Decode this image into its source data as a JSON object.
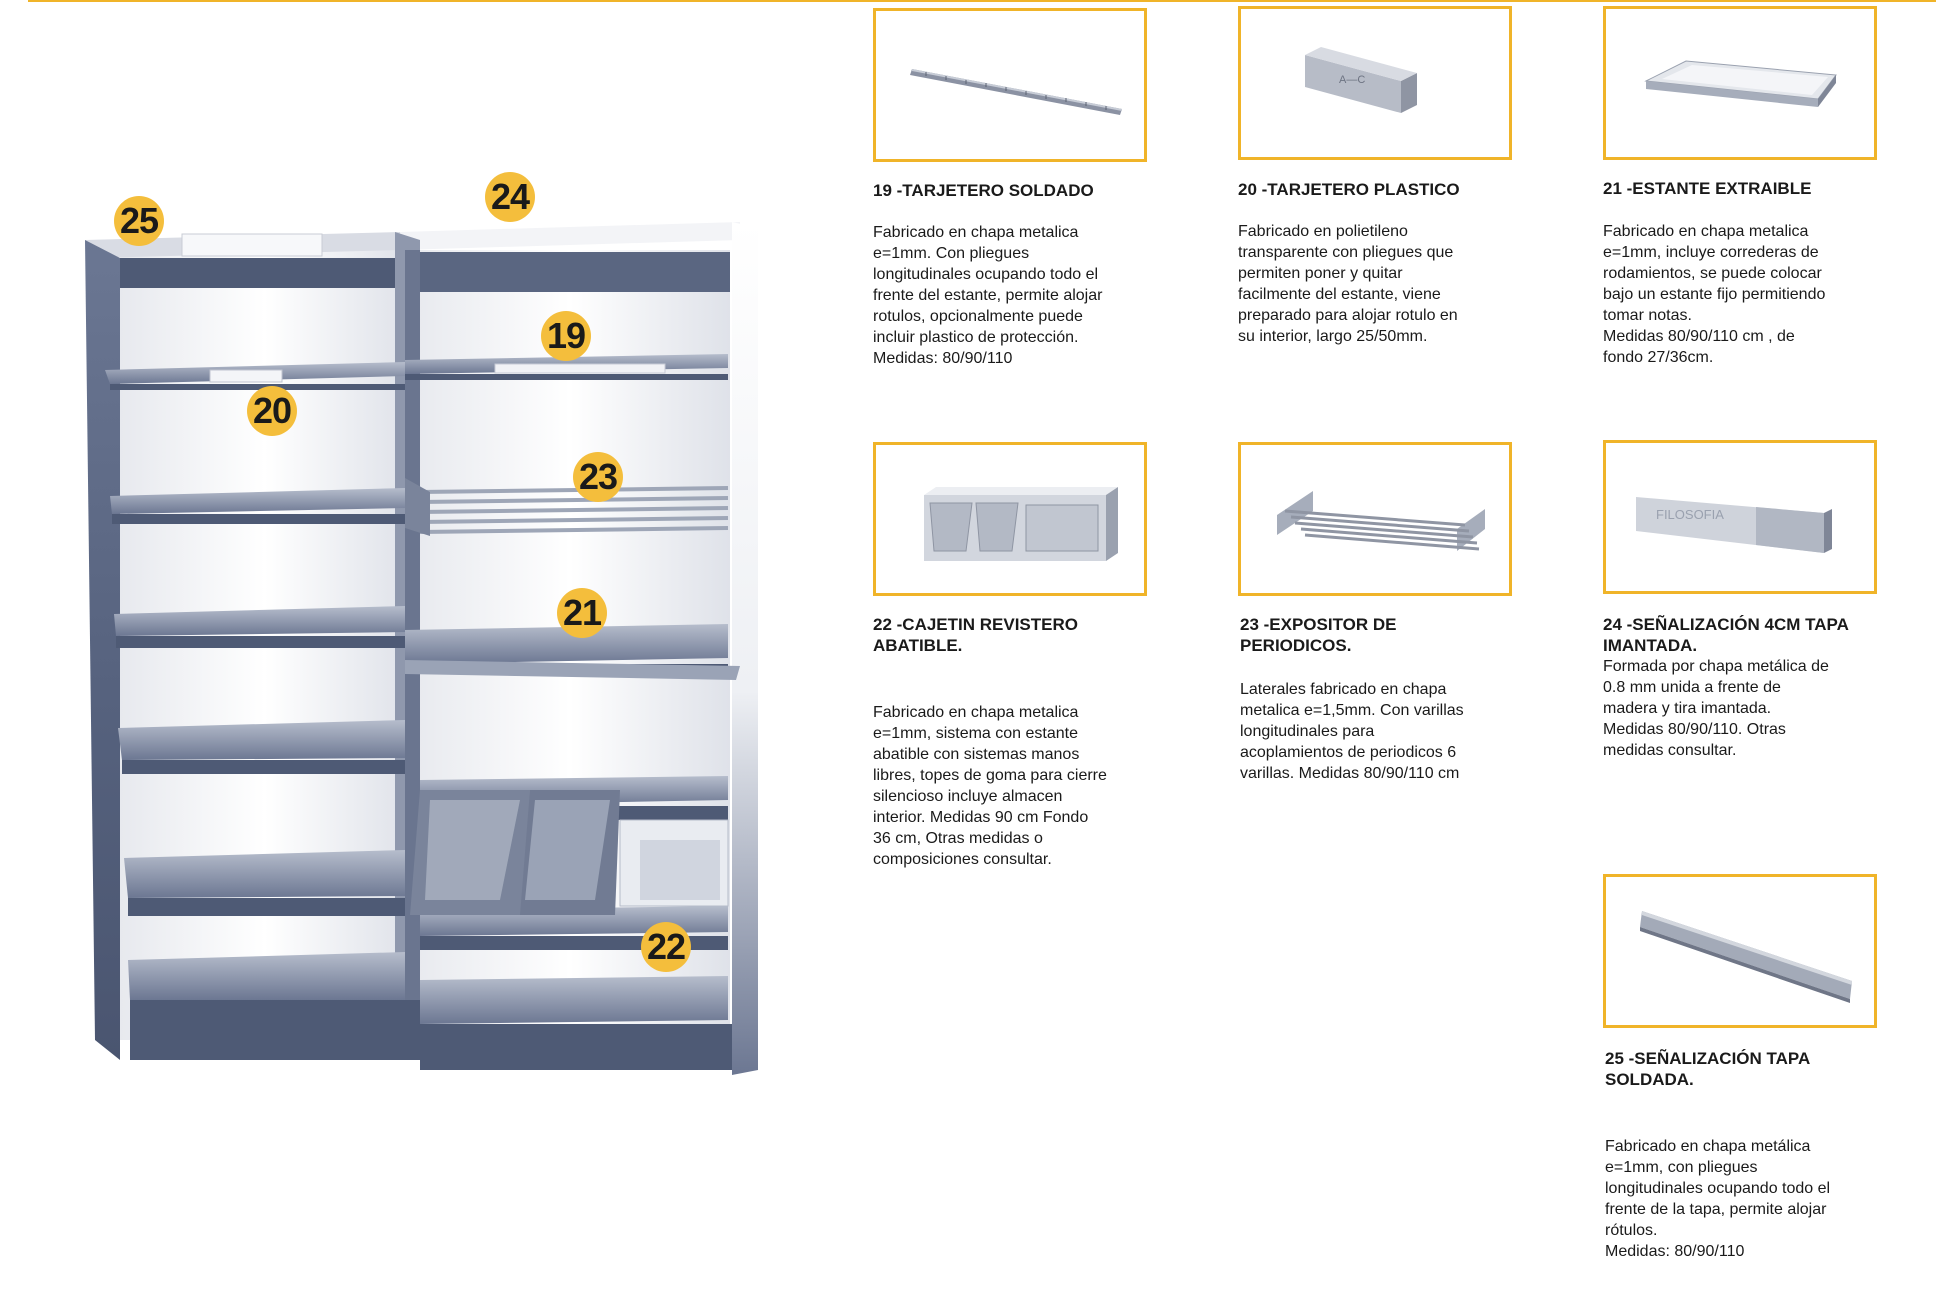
{
  "callouts": {
    "c19": "19",
    "c20": "20",
    "c21": "21",
    "c22": "22",
    "c23": "23",
    "c24": "24",
    "c25": "25"
  },
  "products": {
    "p19": {
      "title": "19 -TARJETERO SOLDADO",
      "description": "Fabricado en chapa metalica\ne=1mm. Con pliegues\nlongitudinales ocupando todo el\nfrente del estante, permite alojar\nrotulos, opcionalmente puede\nincluir plastico de protección.\nMedidas: 80/90/110"
    },
    "p20": {
      "title": "20 -TARJETERO PLASTICO",
      "description": "Fabricado en polietileno\ntransparente con pliegues que\npermiten poner y quitar\nfacilmente del estante, viene\npreparado para alojar rotulo en\nsu interior, largo 25/50mm.",
      "label_text": "A—C"
    },
    "p21": {
      "title": "21 -ESTANTE EXTRAIBLE",
      "description": "Fabricado en chapa metalica\ne=1mm, incluye correderas de\nrodamientos, se puede colocar\nbajo un estante fijo permitiendo\ntomar notas.\nMedidas 80/90/110 cm , de\nfondo 27/36cm."
    },
    "p22": {
      "title": "22 -CAJETIN REVISTERO\nABATIBLE.",
      "description": "Fabricado en chapa metalica\ne=1mm, sistema con estante\nabatible con sistemas manos\nlibres, topes de goma para cierre\nsilencioso incluye almacen\ninterior. Medidas 90 cm Fondo\n36 cm, Otras medidas o\ncomposiciones consultar."
    },
    "p23": {
      "title": "23 -EXPOSITOR DE\nPERIODICOS.",
      "description": "Laterales fabricado en chapa\nmetalica e=1,5mm. Con varillas\nlongitudinales para\nacoplamientos de periodicos 6\nvarillas. Medidas 80/90/110 cm"
    },
    "p24": {
      "title": "24 -SEÑALIZACIÓN 4CM TAPA\nIMANTADA.",
      "description": "Formada por chapa metálica de\n0.8 mm unida a frente de\nmadera y tira imantada.\nMedidas 80/90/110. Otras\nmedidas consultar.",
      "label_text": "FILOSOFIA"
    },
    "p25": {
      "title": "25 -SEÑALIZACIÓN TAPA\nSOLDADA.",
      "description": "Fabricado en chapa metálica\ne=1mm, con pliegues\nlongitudinales ocupando todo el\nfrente de la tapa, permite alojar\nrótulos.\nMedidas: 80/90/110"
    }
  },
  "colors": {
    "accent": "#f0b429",
    "badge": "#f4be3c",
    "shelf_metal": "#5c6882",
    "shelf_light": "#a8b0c2"
  }
}
